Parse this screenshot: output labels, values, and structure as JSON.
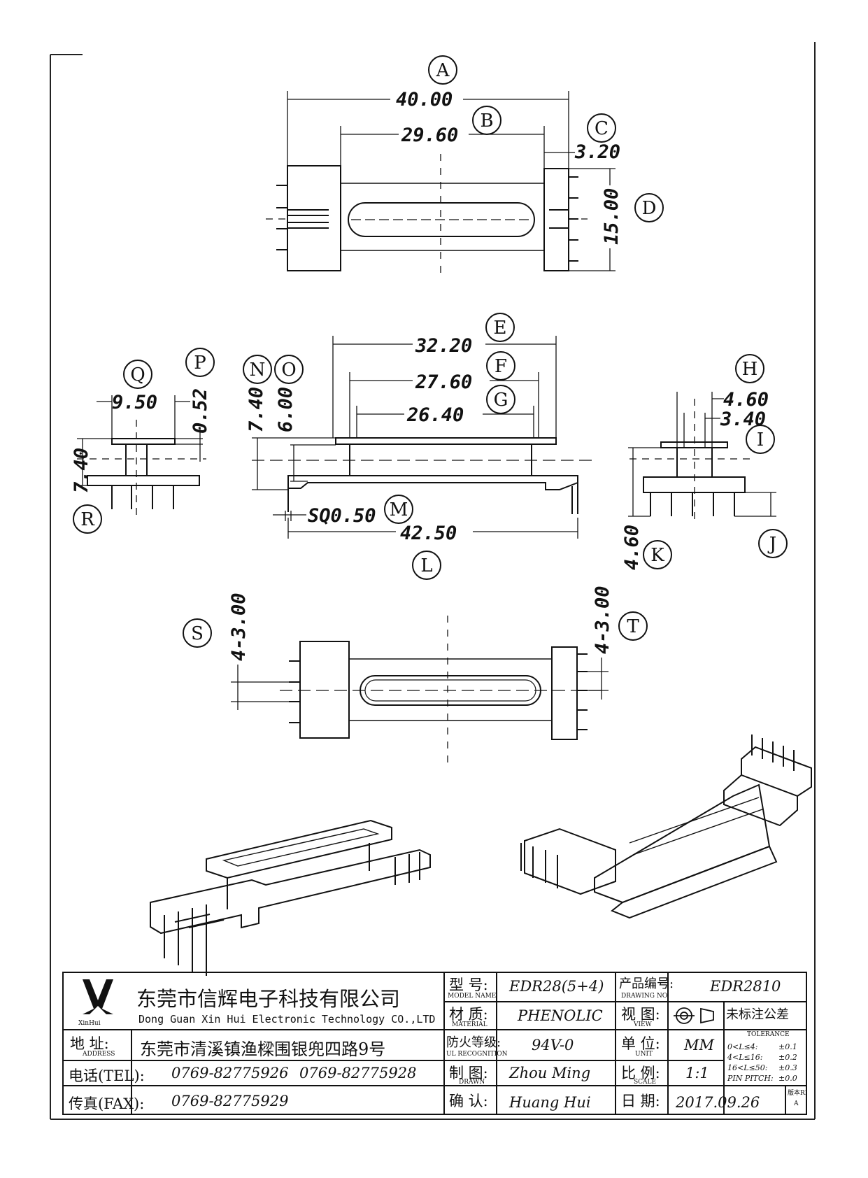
{
  "drawing": {
    "callouts": [
      "A",
      "B",
      "C",
      "D",
      "E",
      "F",
      "G",
      "H",
      "I",
      "J",
      "K",
      "L",
      "M",
      "N",
      "O",
      "P",
      "Q",
      "R",
      "S",
      "T"
    ],
    "dimensions": {
      "A": "40.00",
      "B": "29.60",
      "C": "3.20",
      "D": "15.00",
      "E": "32.20",
      "F": "27.60",
      "G": "26.40",
      "H": "4.60",
      "I": "3.40",
      "K": "4.60",
      "L": "42.50",
      "M": "SQ0.50",
      "N": "7.40",
      "O": "6.00",
      "P": "0.52",
      "Q": "9.50",
      "R": "7.40",
      "S": "4-3.00",
      "T": "4-3.00"
    }
  },
  "title_block": {
    "logo_text": "XinHui",
    "company_cn": "东莞市信辉电子科技有限公司",
    "company_en": "Dong Guan Xin Hui Electronic Technology CO.,LTD",
    "address_label": "地  址:",
    "address_label_en": "ADDRESS",
    "address": "东莞市清溪镇渔樑围银兜四路9号",
    "tel_label": "电话(TEL):",
    "tel1": "0769-82775926",
    "tel2": "0769-82775928",
    "fax_label": "传真(FAX):",
    "fax": "0769-82775929",
    "model_label": "型  号:",
    "model_label_en": "MODEL NAME",
    "model": "EDR28(5+4)",
    "material_label": "材  质:",
    "material_label_en": "MATERIAL",
    "material": "PHENOLIC",
    "ul_label": "防火等级:",
    "ul_label_en": "UL RECOGNITION",
    "ul": "94V-0",
    "drawn_label": "制  图:",
    "drawn_label_en": "DRAWN",
    "drawn": "Zhou Ming",
    "confirm_label": "确  认:",
    "confirm": "Huang Hui",
    "drawing_no_label": "产品编号:",
    "drawing_no_label_en": "DRAWING NO.",
    "drawing_no": "EDR2810",
    "view_label": "视  图:",
    "view_label_en": "VIEW",
    "unit_label": "单  位:",
    "unit_label_en": "UNIT",
    "unit": "MM",
    "scale_label": "比  例:",
    "scale_label_en": "SCALE",
    "scale": "1:1",
    "date_label": "日  期:",
    "date": "2017.09.26",
    "version_label": "版本RI",
    "version": "A",
    "tolerance_label": "未标注公差",
    "tolerance_label_en": "TOLERANCE",
    "tolerances": [
      {
        "range": "0<L≤4:",
        "value": "±0.1"
      },
      {
        "range": "4<L≤16:",
        "value": "±0.2"
      },
      {
        "range": "16<L≤50:",
        "value": "±0.3"
      },
      {
        "range": "PIN PITCH:",
        "value": "±0.0"
      }
    ]
  }
}
